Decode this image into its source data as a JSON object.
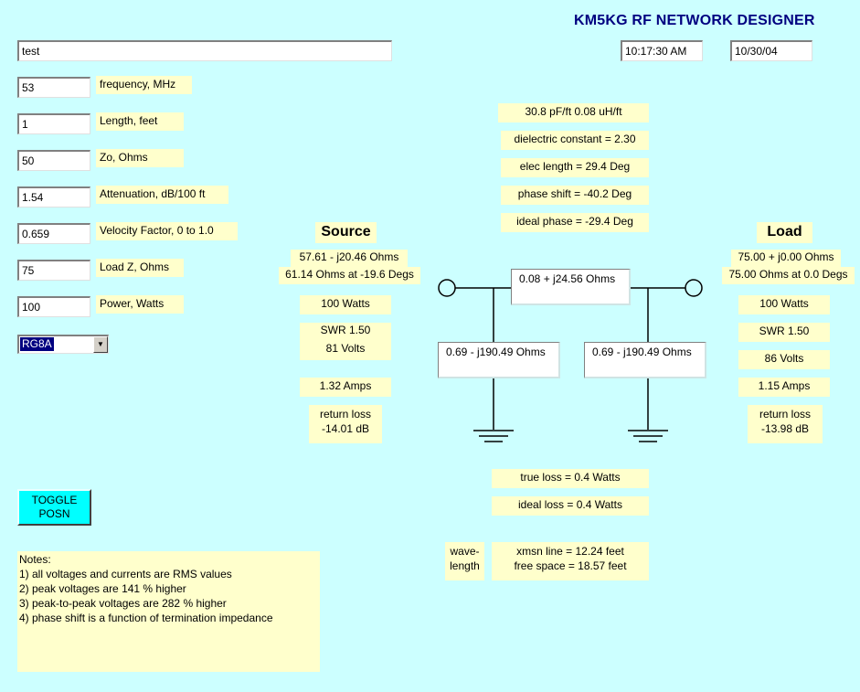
{
  "app": {
    "title": "KM5KG RF NETWORK DESIGNER",
    "time": "10:17:30 AM",
    "date": "10/30/04"
  },
  "inputs": {
    "name": "test",
    "frequency": {
      "value": "53",
      "label": "frequency, MHz"
    },
    "length": {
      "value": "1",
      "label": "Length, feet"
    },
    "zo": {
      "value": "50",
      "label": "Zo, Ohms"
    },
    "attenuation": {
      "value": "1.54",
      "label": "Attenuation, dB/100 ft"
    },
    "velocity": {
      "value": "0.659",
      "label": "Velocity Factor, 0 to 1.0"
    },
    "loadz": {
      "value": "75",
      "label": "Load Z, Ohms"
    },
    "power": {
      "value": "100",
      "label": "Power, Watts"
    },
    "cable": {
      "selected": "RG8A"
    }
  },
  "center": {
    "capind": "30.8 pF/ft      0.08 uH/ft",
    "dielectric": "dielectric constant = 2.30",
    "elec_length": "elec length = 29.4 Deg",
    "phase_shift": "phase shift = -40.2 Deg",
    "ideal_phase": "ideal phase = -29.4 Deg",
    "series_z": "0.08 + j24.56 Ohms",
    "shunt_left_z": "0.69 - j190.49 Ohms",
    "shunt_right_z": "0.69 - j190.49 Ohms",
    "true_loss": "true loss = 0.4 Watts",
    "ideal_loss": "ideal loss = 0.4 Watts",
    "wavelength_label_1": "wave-",
    "wavelength_label_2": "length",
    "xmsn_line": "xmsn line = 12.24 feet",
    "free_space": "free space = 18.57 feet"
  },
  "source": {
    "heading": "Source",
    "z_rect": "57.61 - j20.46 Ohms",
    "z_polar": "61.14 Ohms at -19.6 Degs",
    "watts": "100 Watts",
    "swr": "SWR 1.50",
    "volts": "81 Volts",
    "amps": "1.32 Amps",
    "return_loss_label": "return loss",
    "return_loss": "-14.01 dB"
  },
  "load": {
    "heading": "Load",
    "z_rect": "75.00 + j0.00 Ohms",
    "z_polar": "75.00 Ohms at 0.0 Degs",
    "watts": "100 Watts",
    "swr": "SWR 1.50",
    "volts": "86 Volts",
    "amps": "1.15 Amps",
    "return_loss_label": "return loss",
    "return_loss": "-13.98 dB"
  },
  "toggle": {
    "line1": "TOGGLE",
    "line2": "POSN"
  },
  "notes": [
    "Notes:",
    "1) all voltages and currents are RMS values",
    "2) peak voltages are 141 % higher",
    "3) peak-to-peak voltages are 282 % higher",
    "4) phase shift is a function of termination impedance"
  ],
  "colors": {
    "background": "#ccffff",
    "label_bg": "#ffffcc",
    "title": "#000080",
    "button": "#00ffff"
  }
}
